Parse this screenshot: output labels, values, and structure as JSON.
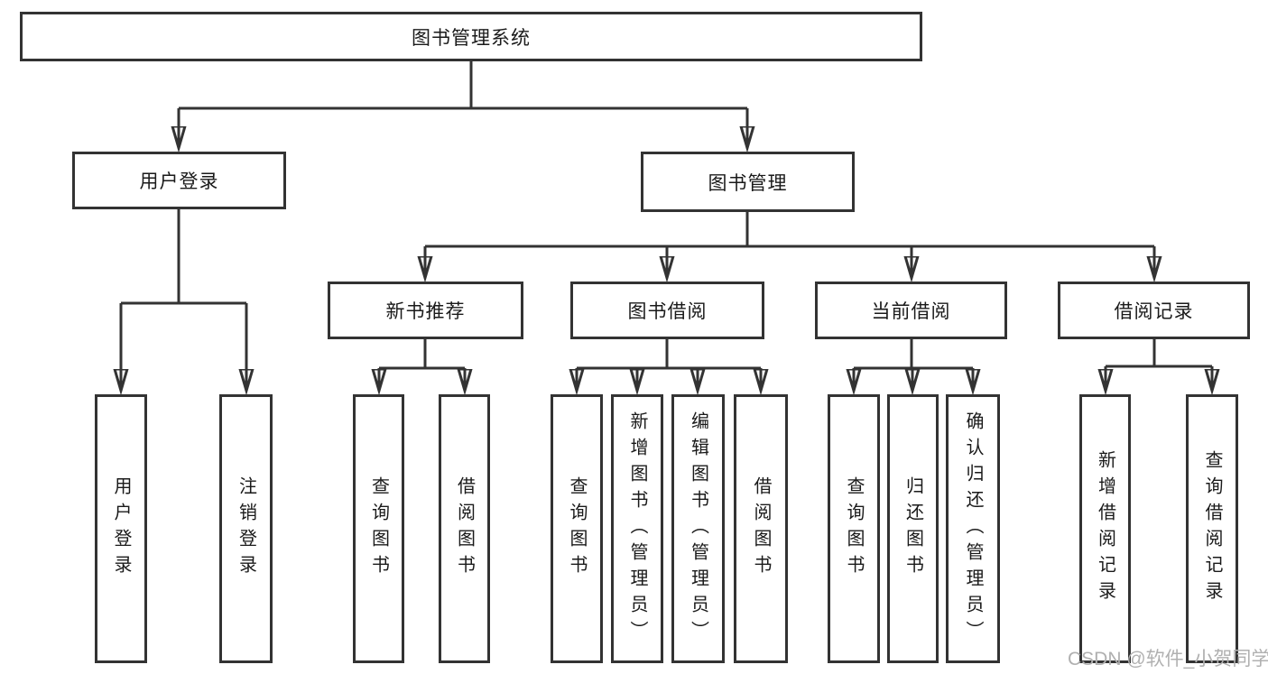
{
  "title": "图书管理系统",
  "tree": {
    "label": "图书管理系统",
    "children": [
      {
        "label": "用户登录",
        "children": [
          {
            "label": "用户登录"
          },
          {
            "label": "注销登录"
          }
        ]
      },
      {
        "label": "图书管理",
        "children": [
          {
            "label": "新书推荐",
            "children": [
              {
                "label": "查询图书"
              },
              {
                "label": "借阅图书"
              }
            ]
          },
          {
            "label": "图书借阅",
            "children": [
              {
                "label": "查询图书"
              },
              {
                "label": "新增图书（管理员）"
              },
              {
                "label": "编辑图书（管理员）"
              },
              {
                "label": "借阅图书"
              }
            ]
          },
          {
            "label": "当前借阅",
            "children": [
              {
                "label": "查询图书"
              },
              {
                "label": "归还图书"
              },
              {
                "label": "确认归还（管理员）"
              }
            ]
          },
          {
            "label": "借阅记录",
            "children": [
              {
                "label": "新增借阅记录"
              },
              {
                "label": "查询借阅记录"
              }
            ]
          }
        ]
      }
    ]
  },
  "watermark": {
    "text": "CSDN @软件_小贺同学"
  },
  "colors": {
    "line": "#333333",
    "box_border": "#333333",
    "text": "#1a1a1a",
    "watermark_text": "#b0b0b0",
    "background": "#ffffff"
  }
}
